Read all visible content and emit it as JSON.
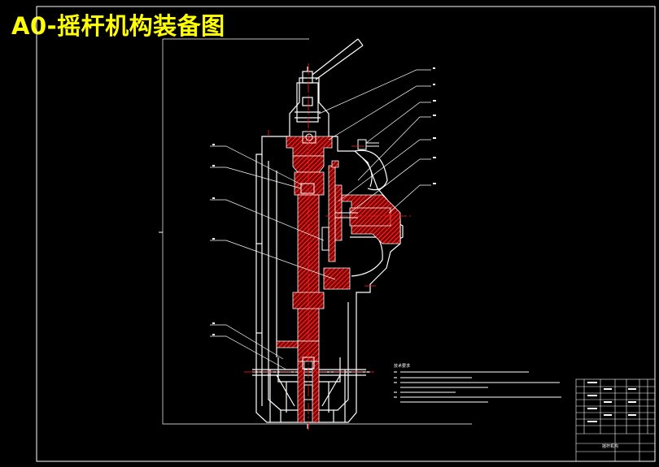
{
  "title": "A0-摇杆机构装备图",
  "colors": {
    "background": "#000000",
    "title": "#ffff00",
    "outline": "#ffffff",
    "section_hatch": "#ff2020",
    "centerline": "#ff2020",
    "leader": "#ffffff"
  },
  "notes_heading": "技术要求",
  "title_block_label": "摇杆机构"
}
